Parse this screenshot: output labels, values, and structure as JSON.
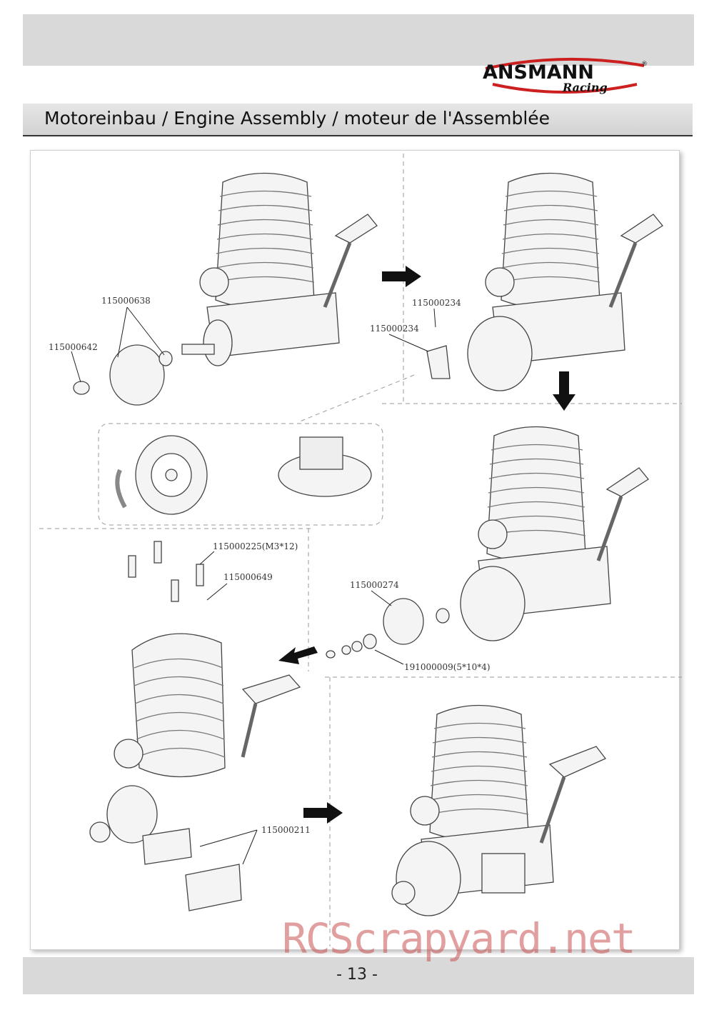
{
  "page": {
    "title": "Motoreinbau / Engine Assembly / moteur de l'Assemblée",
    "page_number": "- 13 -",
    "watermark": "RCScrapyard.net"
  },
  "logo": {
    "brand": "ANSMANN",
    "sub": "Racing",
    "registered": "®",
    "colors": {
      "brand": "#111111",
      "swoosh": "#cc1f1f"
    }
  },
  "parts": {
    "p1": "115000638",
    "p2": "115000642",
    "p3": "115000234",
    "p4": "115000234",
    "p5": "115000225(M3*12)",
    "p6": "115000649",
    "p7": "115000274",
    "p8": "191000009(5*10*4)",
    "p9": "115000211"
  },
  "icons": {
    "arrow": "right-arrow-icon",
    "arrow_down": "down-arrow-icon",
    "arrow_left": "left-arrow-icon",
    "rotation": "rotation-arrow-icon"
  }
}
